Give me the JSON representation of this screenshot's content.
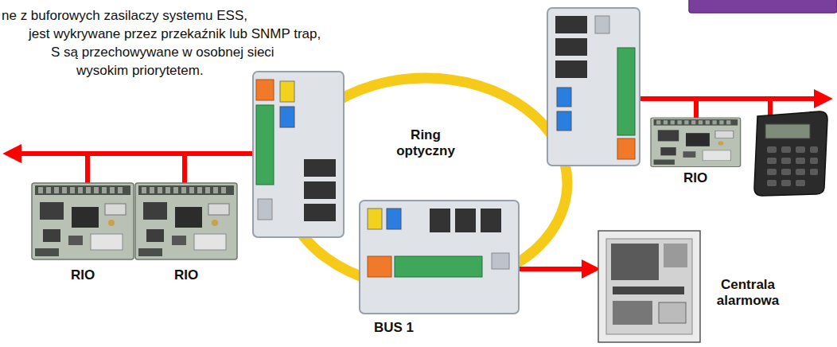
{
  "diagram": {
    "labels": [
      "ne z buforowych zasilaczy systemu ESS,",
      "jest wykrywane przez przekaźnik lub SNMP trap,",
      "S są przechowywane w osobnej sieci",
      "wysokim priorytetem.",
      "Ring optyczny",
      "RIO",
      "RIO",
      "RIO",
      "BUS 1",
      "Centrala alarmowa"
    ]
  }
}
